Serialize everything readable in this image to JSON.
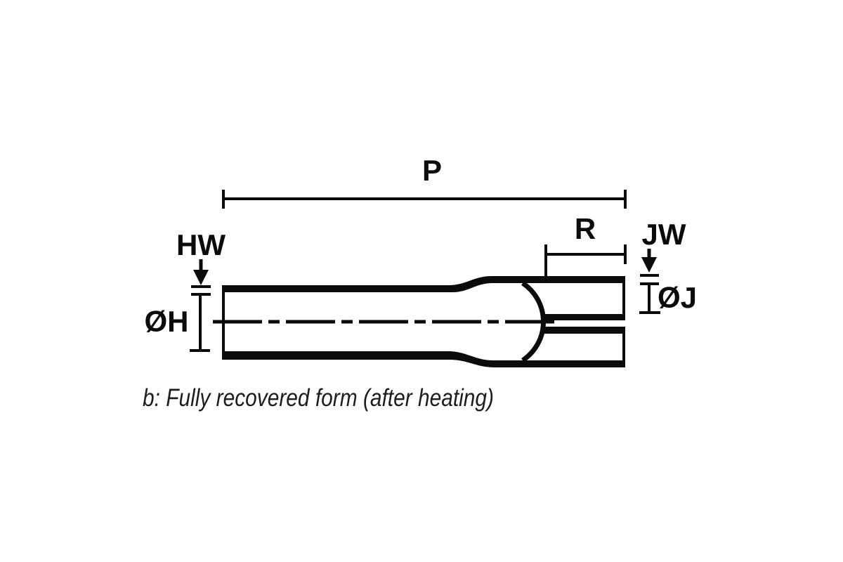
{
  "figure": {
    "caption": "b: Fully recovered form (after heating)",
    "labels": {
      "overall_length": "P",
      "small_end_length": "R",
      "large_end_wall": "HW",
      "large_end_diameter": "ØH",
      "small_end_wall": "JW",
      "small_end_diameter": "ØJ"
    },
    "colors": {
      "line": "#0b0b0b",
      "caption": "#1d1d1b",
      "background": "#ffffff"
    }
  }
}
